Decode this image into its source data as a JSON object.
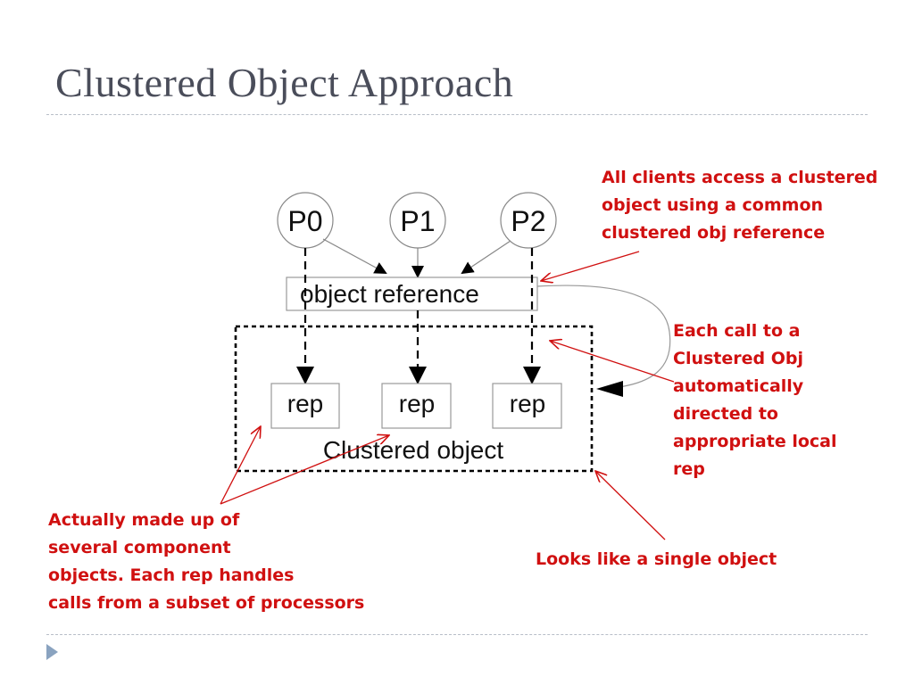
{
  "slide": {
    "title": "Clustered Object Approach"
  },
  "diagram": {
    "processors": [
      "P0",
      "P1",
      "P2"
    ],
    "reference_label": "object reference",
    "reps": [
      "rep",
      "rep",
      "rep"
    ],
    "cluster_label": "Clustered object"
  },
  "annotations": {
    "common_reference": [
      "All clients access a clustered",
      "object using a common",
      "clustered obj reference"
    ],
    "local_rep": [
      "Each call to a",
      "Clustered Obj",
      "automatically",
      "directed to",
      "appropriate local",
      "rep"
    ],
    "components": [
      "Actually made up of",
      "several component",
      "objects. Each rep handles",
      "calls from a subset of processors"
    ],
    "single_object": [
      "Looks like a single object"
    ]
  },
  "colors": {
    "title": "#4a4d5a",
    "annotation": "#d01010",
    "rule": "#b8bec8",
    "bullet": "#8aa3c0"
  }
}
